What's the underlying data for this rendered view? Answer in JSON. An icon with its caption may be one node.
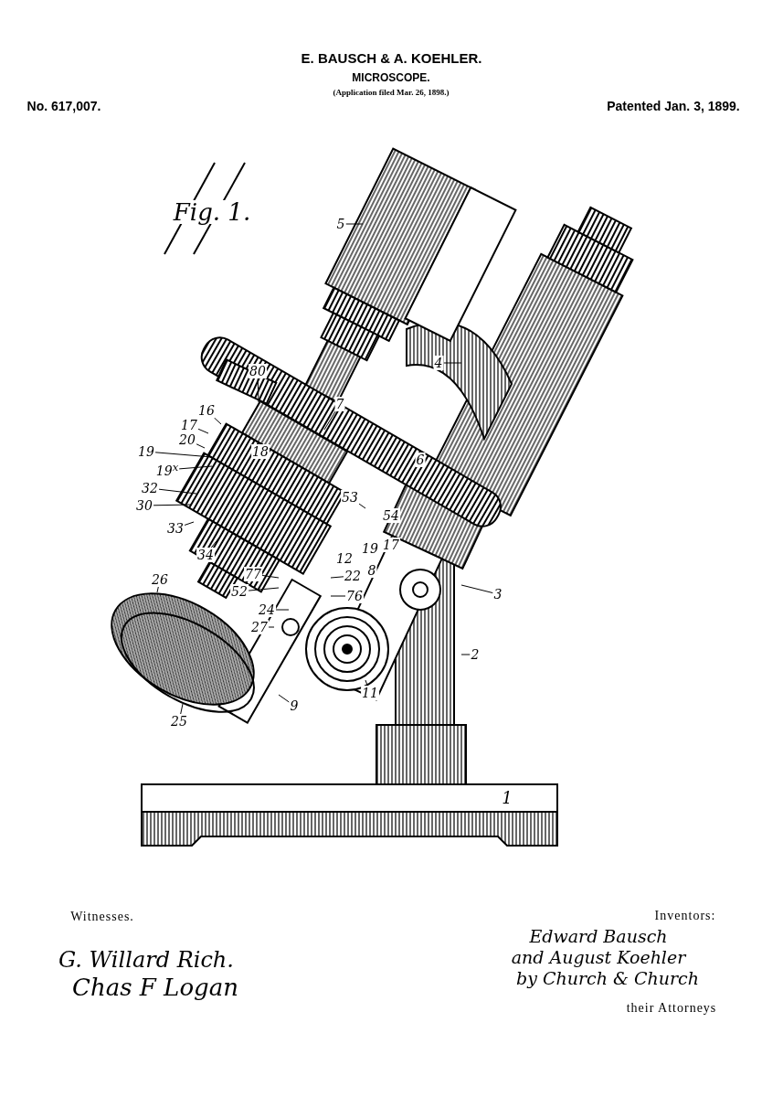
{
  "diagram": {
    "title": "E. BAUSCH & A. KOEHLER.",
    "nodes": [
      {
        "text": [
          "5"
        ]
      },
      {
        "text": [
          "4"
        ]
      },
      {
        "text": [
          "80"
        ]
      },
      {
        "text": [
          "7"
        ]
      },
      {
        "text": [
          "16"
        ]
      },
      {
        "text": [
          "17"
        ]
      },
      {
        "text": [
          "20"
        ]
      },
      {
        "text": [
          "19"
        ]
      },
      {
        "text": [
          "19$^{x}$"
        ]
      },
      {
        "text": [
          "32"
        ]
      },
      {
        "text": [
          "30"
        ]
      },
      {
        "text": [
          "6"
        ]
      },
      {
        "text": [
          "53"
        ]
      },
      {
        "text": [
          "33"
        ]
      },
      {
        "text": [
          "34"
        ]
      },
      {
        "text": [
          "77"
        ]
      },
      {
        "text": [
          "22"
        ]
      },
      {
        "text": [
          "52"
        ]
      },
      {
        "text": [
          "76"
        ]
      },
      {
        "text": [
          "3"
        ]
      },
      {
        "text": [
          "26"
        ]
      },
      {
        "text": [
          "24"
        ]
      },
      {
        "text": [
          "27"
        ]
      },
      {
        "text": [
          "2"
        ]
      },
      {
        "text": [
          "11"
        ]
      },
      {
        "text": [
          "9"
        ]
      },
      {
        "text": [
          "25"
        ]
      },
      {
        "text": [
          "18"
        ]
      },
      {
        "text": [
          "54"
        ]
      },
      {
        "text": [
          "19"
        ]
      },
      {
        "text": [
          "17"
        ]
      },
      {
        "text": [
          "12"
        ]
      },
      {
        "text": [
          "8"
        ]
      },
      {
        "text": [
          "1"
        ]
      }
    ],
    "edges": [
      {
        "from": 0,
        "to": null,
        "arrow": "none"
      },
      {
        "from": 1,
        "to": null,
        "arrow": "none"
      },
      {
        "from": 2,
        "to": null,
        "arrow": "none"
      },
      {
        "from": 3,
        "to": null,
        "arrow": "none"
      },
      {
        "from": 4,
        "to": null,
        "arrow": "none"
      },
      {
        "from": 5,
        "to": null,
        "arrow": "none"
      },
      {
        "from": 6,
        "to": null,
        "arrow": "none"
      },
      {
        "from": 7,
        "to": null,
        "arrow": "none"
      },
      {
        "from": 8,
        "to": null,
        "arrow": "none"
      },
      {
        "from": 9,
        "to": null,
        "arrow": "none"
      },
      {
        "from": 10,
        "to": null,
        "arrow": "none"
      },
      {
        "from": 11,
        "to": null,
        "arrow": "none"
      },
      {
        "from": 12,
        "to": null,
        "arrow": "none"
      },
      {
        "from": 13,
        "to": null,
        "arrow": "none"
      },
      {
        "from": 14,
        "to": null,
        "arrow": "none"
      },
      {
        "from": 15,
        "to": null,
        "arrow": "none"
      },
      {
        "from": 16,
        "to": null,
        "arrow": "none"
      },
      {
        "from": 17,
        "to": null,
        "arrow": "none"
      },
      {
        "from": 18,
        "to": null,
        "arrow": "none"
      },
      {
        "from": 19,
        "to": null,
        "arrow": "none"
      },
      {
        "from": 20,
        "to": null,
        "arrow": "none"
      },
      {
        "from": 21,
        "to": null,
        "arrow": "none"
      },
      {
        "from": 22,
        "to": null,
        "arrow": "none"
      },
      {
        "from": 23,
        "to": null,
        "arrow": "none"
      },
      {
        "from": 24,
        "to": null,
        "arrow": "none"
      },
      {
        "from": 25,
        "to": null,
        "arrow": "none"
      },
      {
        "from": 26,
        "to": null,
        "arrow": "none"
      }
    ],
    "labels": [
      "MICROSCOPE.",
      "(Application filed Mar. 26, 1898.)",
      "No. 617,007.",
      "Patented Jan. 3, 1899.",
      "Fig. 1.",
      "Witnesses.",
      "Inventors:",
      "G. Willard Rich.",
      "Chas F Logan",
      "Edward Bausch",
      "and August Koehler",
      "by Church & Church",
      "their Attorneys"
    ]
  }
}
